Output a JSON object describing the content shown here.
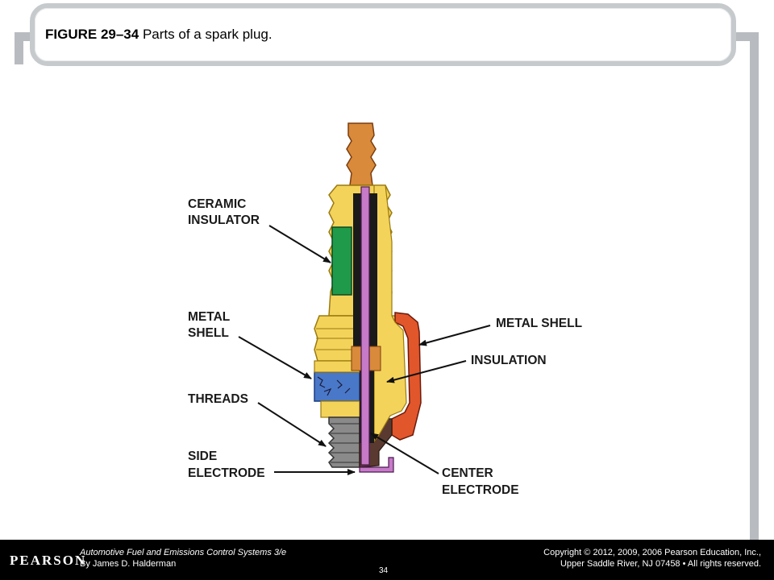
{
  "figure": {
    "number": "FIGURE 29–34",
    "caption": " Parts of a spark plug."
  },
  "labels": {
    "ceramic_insulator_1": "CERAMIC",
    "ceramic_insulator_2": "INSULATOR",
    "metal_shell_left_1": "METAL",
    "metal_shell_left_2": "SHELL",
    "threads": "THREADS",
    "side_electrode_1": "SIDE",
    "side_electrode_2": "ELECTRODE",
    "metal_shell_right": "METAL SHELL",
    "insulation": "INSULATION",
    "center_electrode_1": "CENTER",
    "center_electrode_2": "ELECTRODE"
  },
  "footer": {
    "logo": "PEARSON",
    "book_title": "Automotive Fuel and Emissions Control Systems 3/e",
    "author": "By James D. Halderman",
    "copyright_1": "Copyright © 2012, 2009, 2006 Pearson Education, Inc.,",
    "copyright_2": "Upper Saddle River, NJ 07458 • All rights reserved.",
    "page": "34"
  },
  "colors": {
    "insulator_yellow": "#f4d35a",
    "terminal_orange": "#d98a3a",
    "ceramic_green": "#1f9a4a",
    "center_purple": "#c77ac8",
    "shell_red": "#e2562b",
    "threads_blue": "#4a78c8",
    "threads_gray": "#8a8a8a"
  }
}
